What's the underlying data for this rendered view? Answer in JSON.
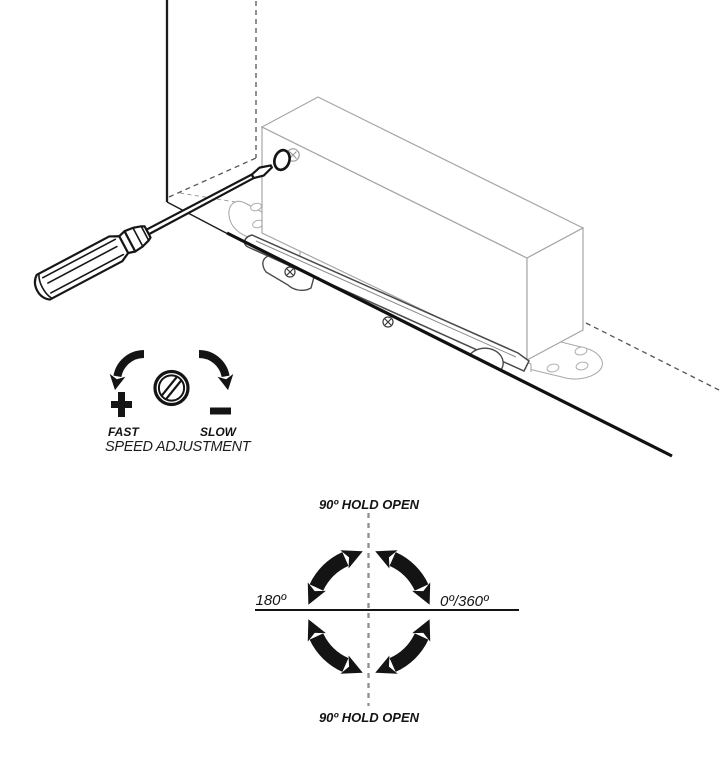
{
  "installation_view": {
    "description_icons": {
      "door_leaf": "door-leaf",
      "closer_body": "door-closer-body",
      "mounting_plate_left": "mounting-plate-left",
      "mounting_plate_right": "mounting-plate-right",
      "slide_channel": "slide-channel",
      "adjustment_port": "adjustment-hole",
      "adjustment_screw": "phillips-screw-icon",
      "screwdriver": "screwdriver-icon"
    }
  },
  "speed_adjustment": {
    "fast_label": "FAST",
    "slow_label": "SLOW",
    "caption": "SPEED ADJUSTMENT",
    "icons": {
      "increase": "plus-icon",
      "decrease": "minus-icon",
      "screw": "slotted-screw-icon",
      "ccw_arrow": "curved-arrow-ccw-icon",
      "cw_arrow": "curved-arrow-cw-icon"
    }
  },
  "rotation_diagram": {
    "top_label": "90º HOLD OPEN",
    "bottom_label": "90º HOLD OPEN",
    "left_label": "180º",
    "right_label": "0º/360º",
    "icons": {
      "arc_top_left": "arc-arrow-top-left-icon",
      "arc_top_right": "arc-arrow-top-right-icon",
      "arc_bottom_left": "arc-arrow-bottom-left-icon",
      "arc_bottom_right": "arc-arrow-bottom-right-icon",
      "hold_open_axis": "dashed-axis-line",
      "swing_axis": "solid-axis-line"
    }
  },
  "colors": {
    "ink": "#161616",
    "light_line": "#a6a6a6",
    "medium_line": "#4a4a4a",
    "dash_gray": "#8f8f8f",
    "background": "#ffffff"
  }
}
